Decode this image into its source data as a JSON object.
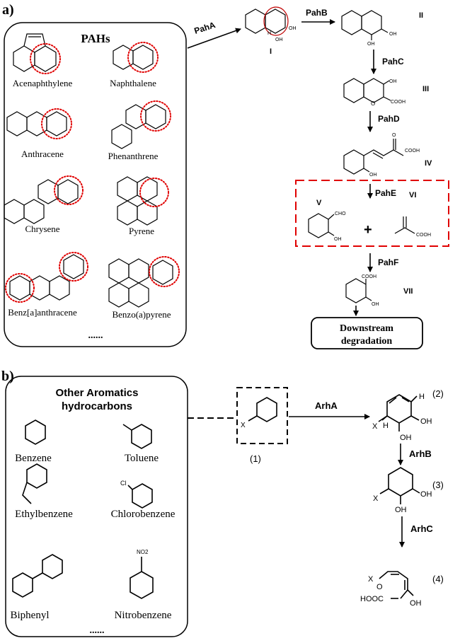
{
  "panel_a": {
    "label": "a)",
    "box_title": "PAHs",
    "compounds": [
      "Acenaphthylene",
      "Naphthalene",
      "Anthracene",
      "Phenanthrene",
      "Chrysene",
      "Pyrene",
      "Benz[a]anthracene",
      "Benzo(a)pyrene"
    ],
    "ellipsis": "......",
    "enzymes": [
      "PahA",
      "PahB",
      "PahC",
      "PahD",
      "PahE",
      "PahF"
    ],
    "intermediates": [
      "I",
      "II",
      "III",
      "IV",
      "V",
      "VI",
      "VII"
    ],
    "groups": {
      "oh": "OH",
      "cooh": "COOH",
      "cho": "CHO",
      "h": "H",
      "o": "O"
    },
    "plus": "+",
    "end_box": [
      "Downstream",
      "degradation"
    ]
  },
  "panel_b": {
    "label": "b)",
    "box_title": [
      "Other Aromatics",
      "hydrocarbons"
    ],
    "compounds": [
      "Benzene",
      "Toluene",
      "Ethylbenzene",
      "Chlorobenzene",
      "Biphenyl",
      "Nitrobenzene"
    ],
    "ellipsis": "......",
    "enzymes": [
      "ArhA",
      "ArhB",
      "ArhC"
    ],
    "steps": [
      "(1)",
      "(2)",
      "(3)",
      "(4)"
    ],
    "groups": {
      "x": "X",
      "oh": "OH",
      "h": "H",
      "cl": "Cl",
      "no2": "NO2",
      "o": "O",
      "hooc": "HOOC"
    }
  },
  "colors": {
    "highlight": "#e00000",
    "line": "#000000"
  }
}
